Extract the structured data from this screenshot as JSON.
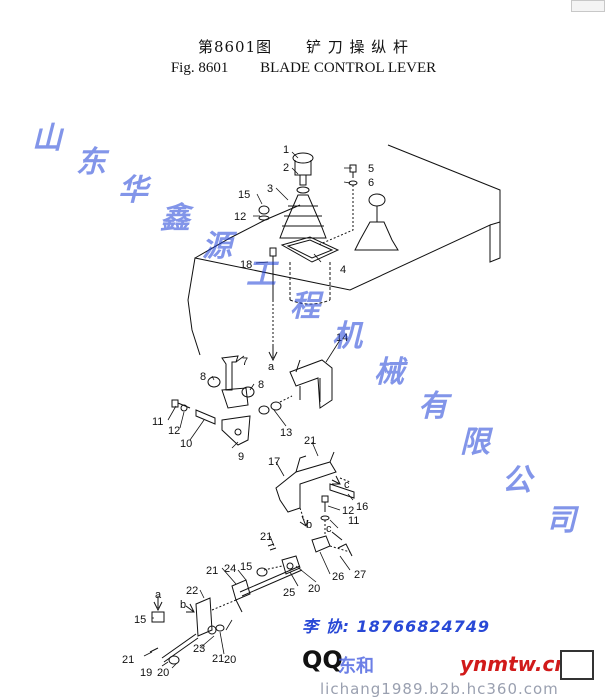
{
  "title": {
    "cn_fig": "第8601图",
    "cn_name": "铲 刀 操 纵 杆",
    "en_fig": "Fig. 8601",
    "en_name": "BLADE CONTROL LEVER"
  },
  "callouts": [
    "1",
    "2",
    "3",
    "4",
    "5",
    "6",
    "7",
    "8",
    "8",
    "9",
    "10",
    "11",
    "11",
    "12",
    "12",
    "12",
    "13",
    "14",
    "15",
    "15",
    "15",
    "16",
    "17",
    "18",
    "19",
    "20",
    "20",
    "20",
    "21",
    "21",
    "21",
    "21",
    "21",
    "22",
    "23",
    "24",
    "25",
    "26",
    "27",
    "a",
    "a",
    "b",
    "b",
    "c",
    "c"
  ],
  "watermark": {
    "chars": [
      "山",
      "东",
      "华",
      "鑫",
      "源",
      "工",
      "程",
      "机",
      "械",
      "有",
      "限",
      "公",
      "司"
    ],
    "phone": "李 协: 18766824749",
    "brand_latin": "QQ",
    "brand_cn": "东和",
    "site": "ynmtw.cn",
    "url": "lichang1989.b2b.hc360.com"
  },
  "colors": {
    "watermark": "#1d3fd8",
    "site": "#d11a1a",
    "line": "#111111"
  }
}
